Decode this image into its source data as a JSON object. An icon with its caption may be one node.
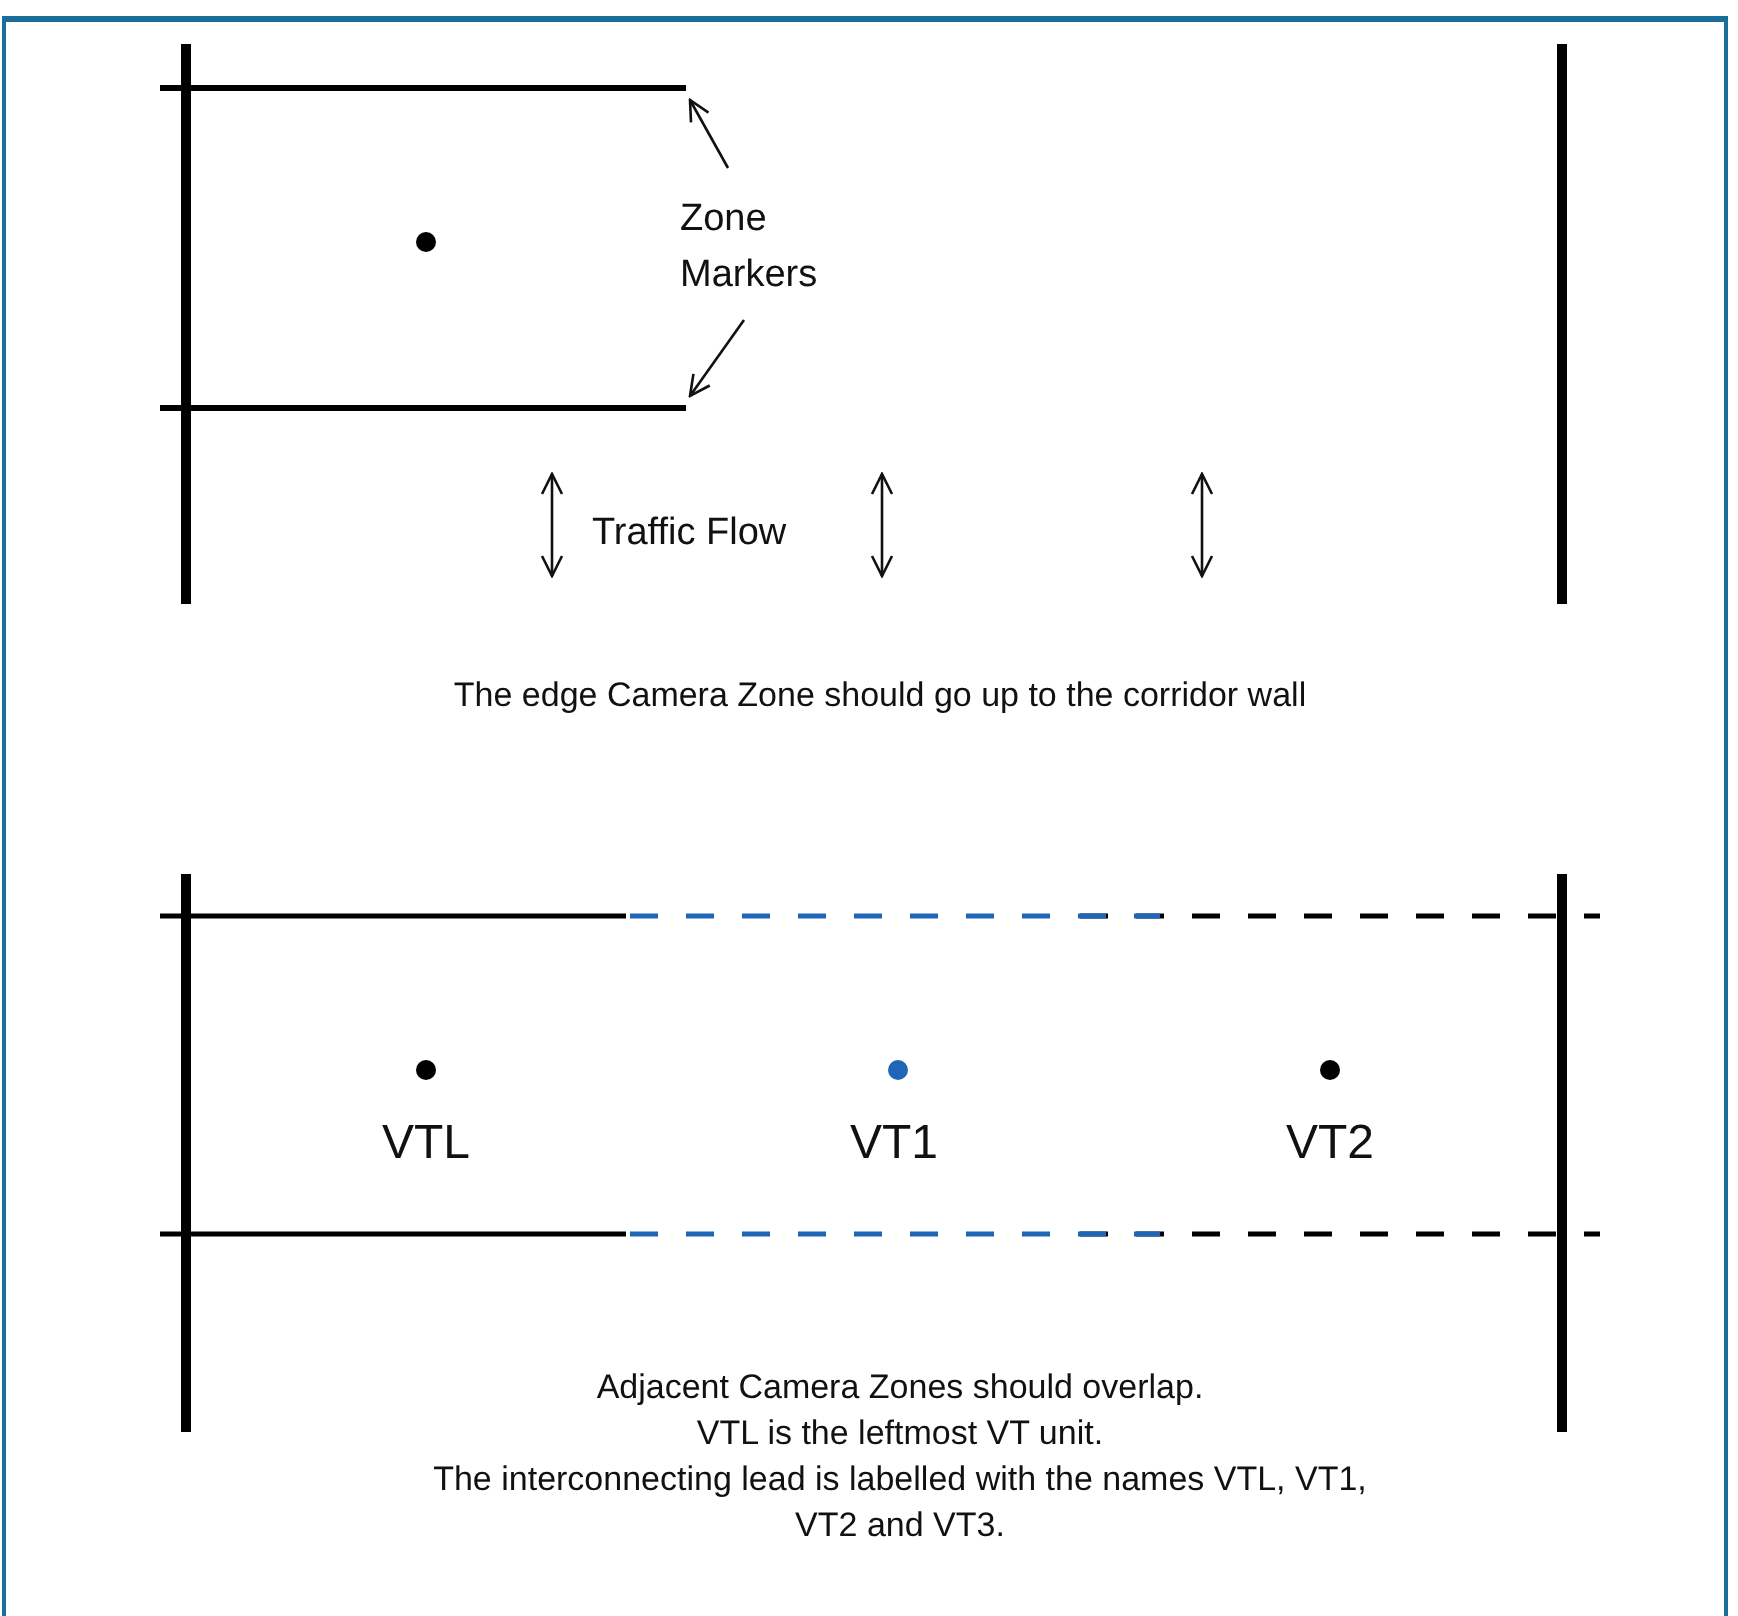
{
  "diagram": {
    "nodes": [
      {
        "text": [
          "Zone Markers"
        ]
      },
      {
        "text": [],
        "shape": "line"
      },
      {
        "text": [],
        "shape": "line"
      }
    ],
    "edges": [
      {
        "from": 0,
        "to": 1,
        "arrow": "to"
      },
      {
        "from": 0,
        "to": 2,
        "arrow": "to"
      }
    ],
    "labels": [
      "Traffic Flow",
      "The edge Camera Zone should go up to the corridor wall",
      "VTL",
      "VT1",
      "VT2",
      "Adjacent Camera Zones should overlap.",
      "VTL is the leftmost VT unit.",
      "The interconnecting lead is labelled with the names VTL, VT1, VT2 and VT3."
    ]
  }
}
